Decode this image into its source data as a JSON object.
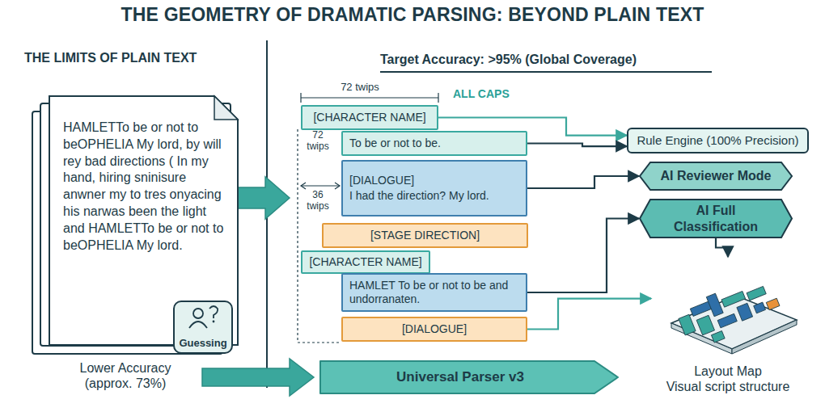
{
  "diagram": {
    "title": "THE GEOMETRY OF DRAMATIC PARSING: BEYOND PLAIN TEXT",
    "nodes": [
      {
        "text": [
          "HAMLETTo be or not to beOPHELIA My lord, by will rey bad directions ( In my hand, hiring sninisure anwner my to tres onyacing his narwas been the light and HAMLETTo be or not to beOPHELIA My lord."
        ]
      },
      {
        "text": [
          "Guessing"
        ]
      },
      {
        "text": [
          "[CHARACTER NAME]"
        ]
      },
      {
        "text": [
          "To be or not to be."
        ]
      },
      {
        "text": [
          "[DIALOGUE]",
          "I had the direction? My lord."
        ]
      },
      {
        "text": [
          "[STAGE DIRECTION]"
        ]
      },
      {
        "text": [
          "[CHARACTER NAME]"
        ]
      },
      {
        "text": [
          "HAMLET To be or not to be and undorranaten."
        ]
      },
      {
        "text": [
          "[DIALOGUE]"
        ]
      },
      {
        "text": [
          "Rule Engine (100% Precision)"
        ]
      },
      {
        "text": [
          "AI Reviewer Mode"
        ]
      },
      {
        "text": [
          "AI Full Classification"
        ]
      },
      {
        "text": [
          "Layout Map",
          "Visual script structure"
        ]
      },
      {
        "text": [
          "Universal Parser v3"
        ]
      }
    ],
    "edges": [
      {
        "from": 2,
        "to": 9,
        "arrow": "to"
      },
      {
        "from": 3,
        "to": 9,
        "arrow": "to"
      },
      {
        "from": 4,
        "to": 10,
        "arrow": "to"
      },
      {
        "from": 7,
        "to": 11,
        "arrow": "to"
      },
      {
        "from": 8,
        "to": 12,
        "arrow": "to"
      },
      {
        "from": 11,
        "to": 12,
        "arrow": "to"
      }
    ],
    "labels": [
      "THE LIMITS OF PLAIN TEXT",
      "Lower Accuracy (approx. 73%)",
      "Target Accuracy: >95% (Global Coverage)",
      "72 twips",
      "72 twips",
      "36 twips",
      "ALL CAPS"
    ]
  }
}
